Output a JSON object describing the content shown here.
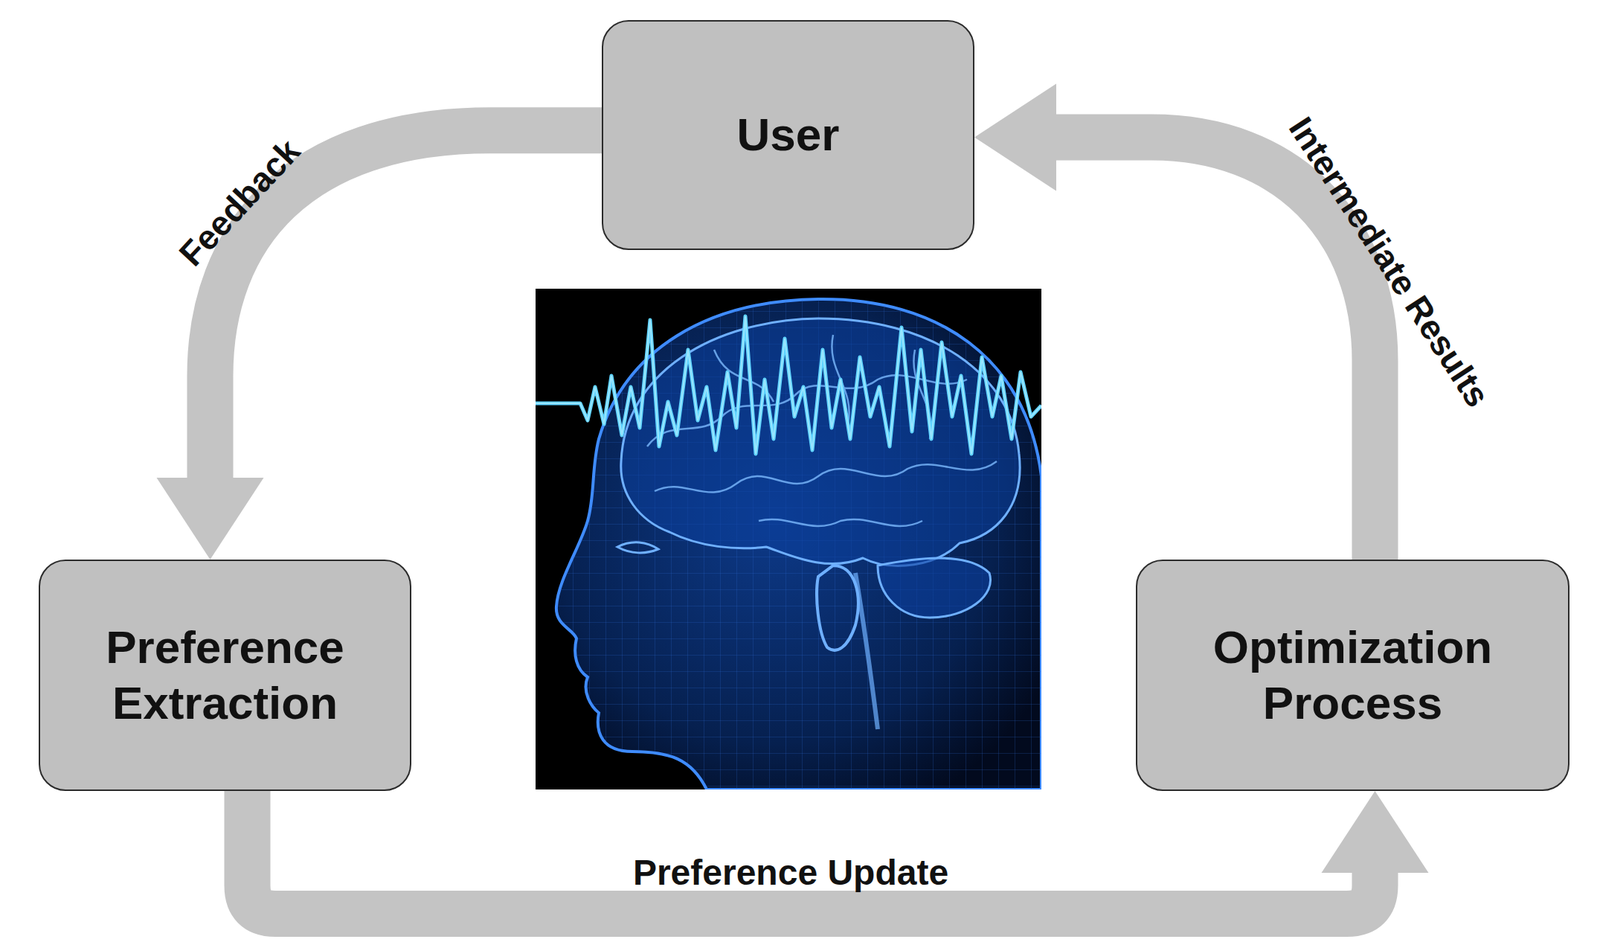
{
  "diagram": {
    "nodes": [
      {
        "text": [
          "User"
        ]
      },
      {
        "text": [
          "Preference Extraction"
        ]
      },
      {
        "text": [
          "Optimization Process"
        ]
      }
    ],
    "edges": [
      {
        "from": 0,
        "to": 1,
        "label": "Feedback",
        "arrow": "to"
      },
      {
        "from": 1,
        "to": 2,
        "label": "Preference Update",
        "arrow": "to"
      },
      {
        "from": 2,
        "to": 0,
        "label": "Intermediate Results",
        "arrow": "to"
      }
    ]
  }
}
